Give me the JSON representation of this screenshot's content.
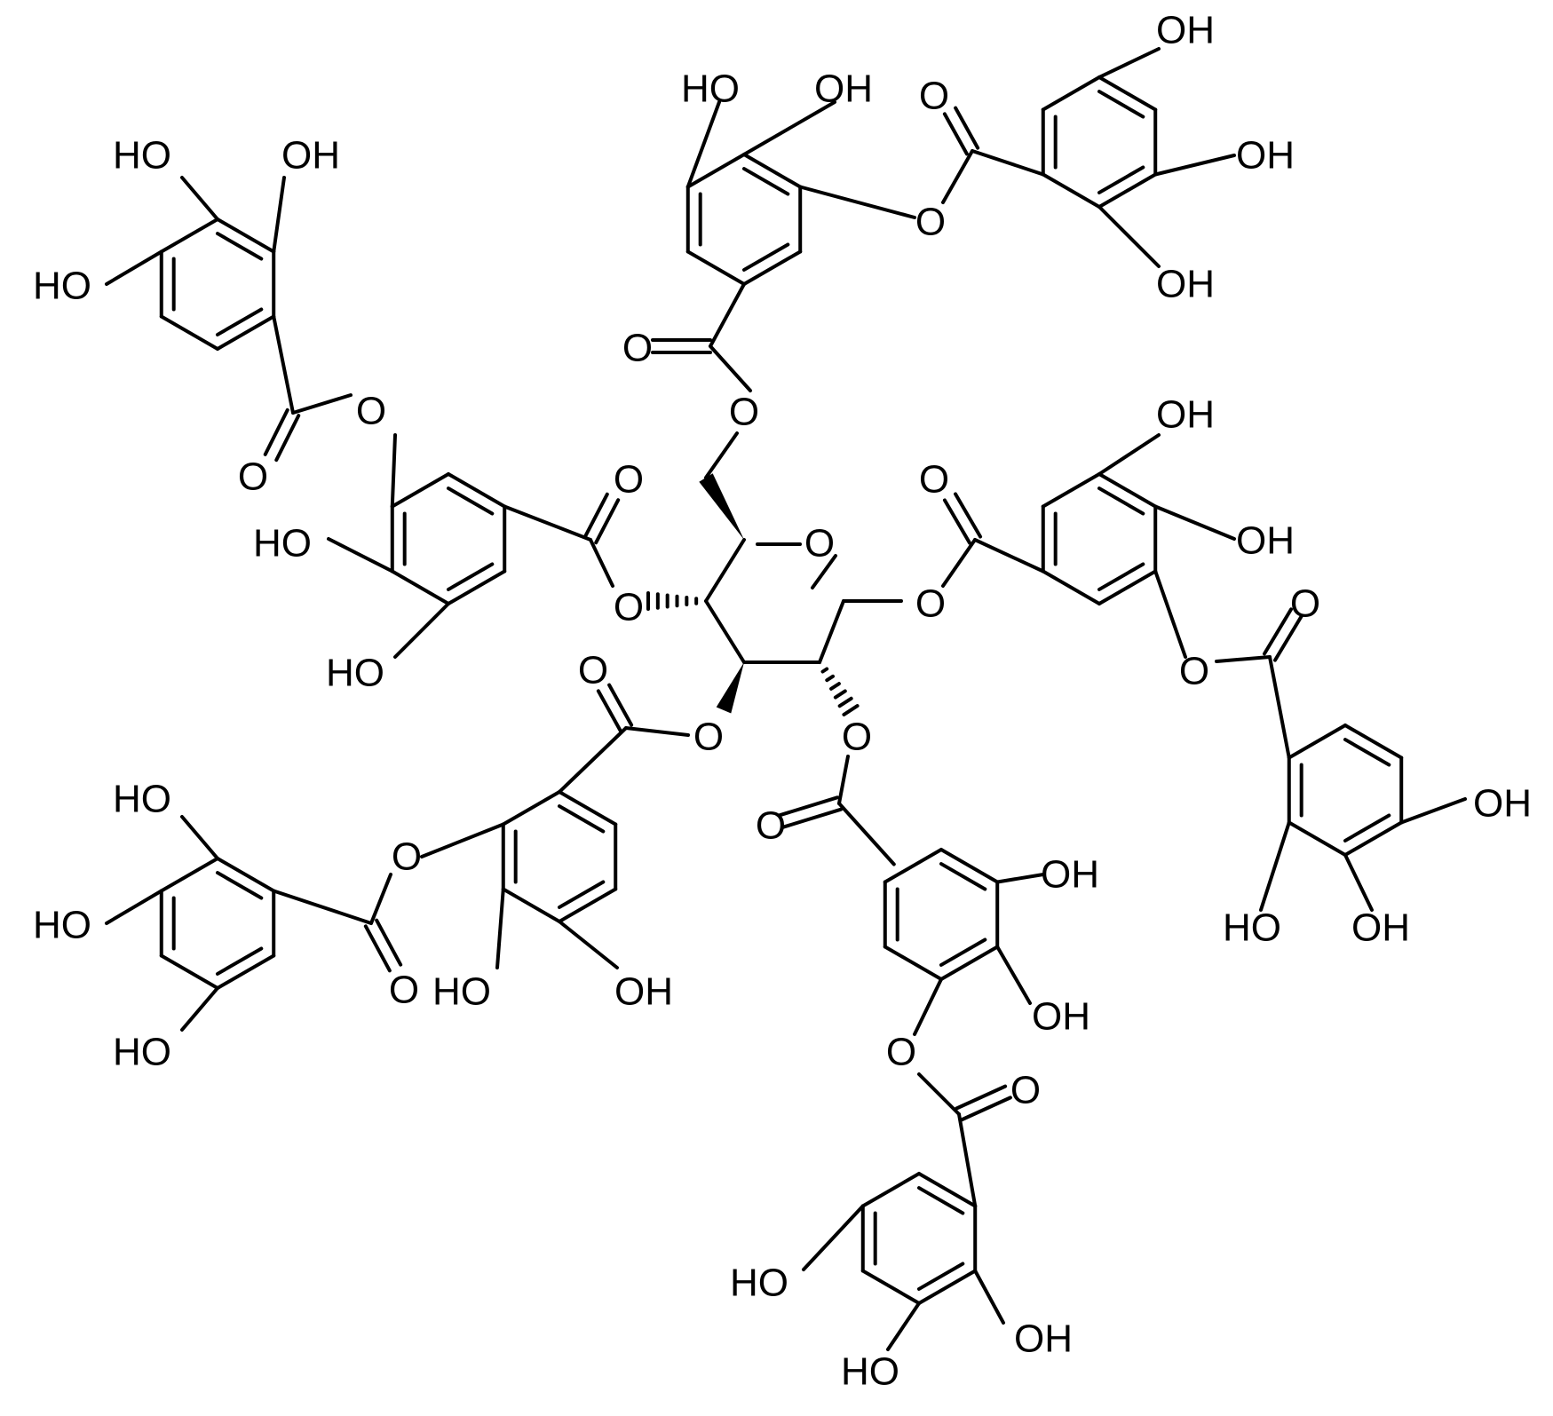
{
  "structure": {
    "atom_labels": {
      "oh": "OH",
      "ho": "HO",
      "o": "O"
    }
  },
  "colors": {
    "ink": "#000000",
    "background": "#ffffff"
  }
}
